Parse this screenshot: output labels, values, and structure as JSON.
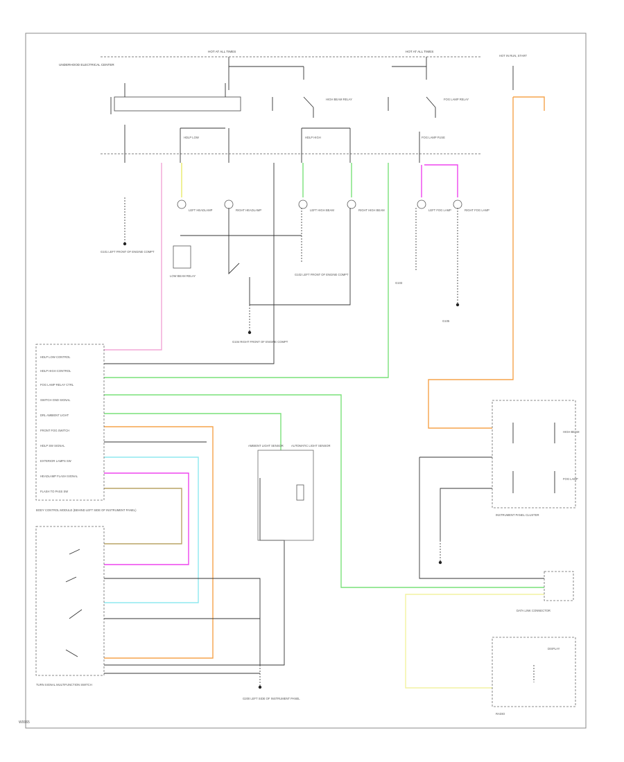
{
  "footer_code": "W0065",
  "fuse_hot_labels": [
    "HOT AT ALL TIMES",
    "HOT AT ALL TIMES"
  ],
  "underhood_fuse_block": "UNDERHOOD ELECTRICAL CENTER",
  "hot_in_run_label": "HOT IN RUN, START",
  "fuses": [
    "HDLP LOW",
    "FOG LAMP FUSE",
    "HDLP HIGH"
  ],
  "relays": [
    "LOW BEAM RELAY",
    "HIGH BEAM RELAY",
    "FOG LAMP RELAY"
  ],
  "lamps": [
    "LEFT HEADLAMP",
    "RIGHT HEADLAMP",
    "LEFT HIGH BEAM",
    "RIGHT HIGH BEAM",
    "LEFT FOG LAMP",
    "RIGHT FOG LAMP"
  ],
  "grounds": [
    "G101 LEFT FRONT OF ENGINE COMPT",
    "G102 LEFT FRONT OF ENGINE COMPT",
    "G103",
    "G104 RIGHT FRONT OF ENGINE COMPT",
    "G105"
  ],
  "bcm_pins": [
    "HDLP LOW CONTROL",
    "HDLP HIGH CONTROL",
    "FOG LAMP RELAY CTRL",
    "SWITCH GND SIGNAL",
    "DRL AMBIENT LIGHT",
    "FRONT FOG SWITCH",
    "HDLP SW SIGNAL",
    "EXTERIOR LAMPS SW",
    "HEADLAMP FLASH SIGNAL",
    "FLASH TO PASS SW"
  ],
  "bcm_label": "BODY CONTROL MODULE (BEHIND LEFT SIDE OF INSTRUMENT PANEL)",
  "switch_label": "TURN SIGNAL MULTIFUNCTION SWITCH",
  "sensor_labels": [
    "AMBIENT LIGHT SENSOR",
    "AUTOMATIC LIGHT SENSOR"
  ],
  "ipc_label": "INSTRUMENT PANEL CLUSTER",
  "ipc_indicators": [
    "HIGH BEAM",
    "FOG LAMP"
  ],
  "radio_label": "RADIO",
  "connector_label": "DATA LINK CONNECTOR",
  "display_label": "DISPLAY",
  "ground_bottom": "G200 LEFT SIDE OF INSTRUMENT PANEL",
  "colors": {
    "pink": "#f2a6d6",
    "yellow": "#e8ea6a",
    "green": "#79e079",
    "orange": "#f5a34a",
    "cyan": "#8de8ef",
    "magenta": "#ee44ee",
    "tan": "#b9a363",
    "lightyellow": "#f2f2a0"
  }
}
